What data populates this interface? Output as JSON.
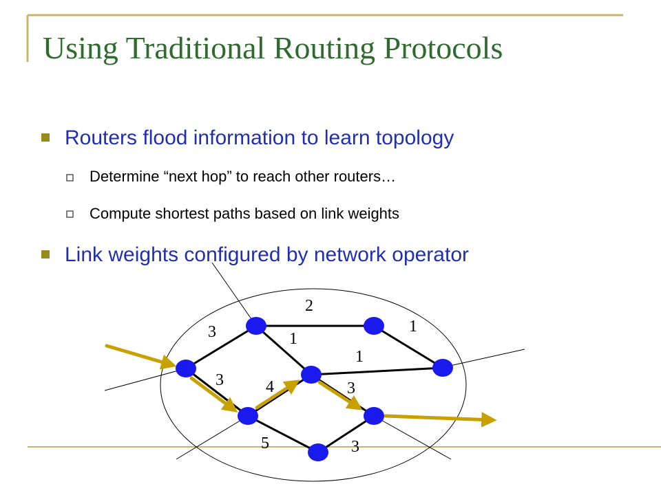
{
  "slide": {
    "title": "Using Traditional Routing Protocols",
    "bullets": [
      {
        "text": "Routers flood information to learn topology",
        "sub": [
          "Determine “next hop” to reach other routers…",
          "Compute shortest paths based on link weights"
        ]
      },
      {
        "text": "Link weights configured by network operator",
        "sub": []
      }
    ]
  },
  "network": {
    "link_weights": {
      "r1_r2": "3",
      "r2_r3": "2",
      "r2_r4": "1",
      "r3_r5": "1",
      "r4_r6": "1",
      "r4_r7": "3",
      "r5_r8": "4",
      "r8_r9": "3",
      "r4_r9": "5"
    }
  },
  "colors": {
    "title": "#2f6a2f",
    "bullet_text": "#1f2fb0",
    "bullet_marker": "#9a8a1c",
    "accent_rule": "#c8b46a",
    "node": "#1a1aee",
    "path_arrow": "#c8a000"
  }
}
